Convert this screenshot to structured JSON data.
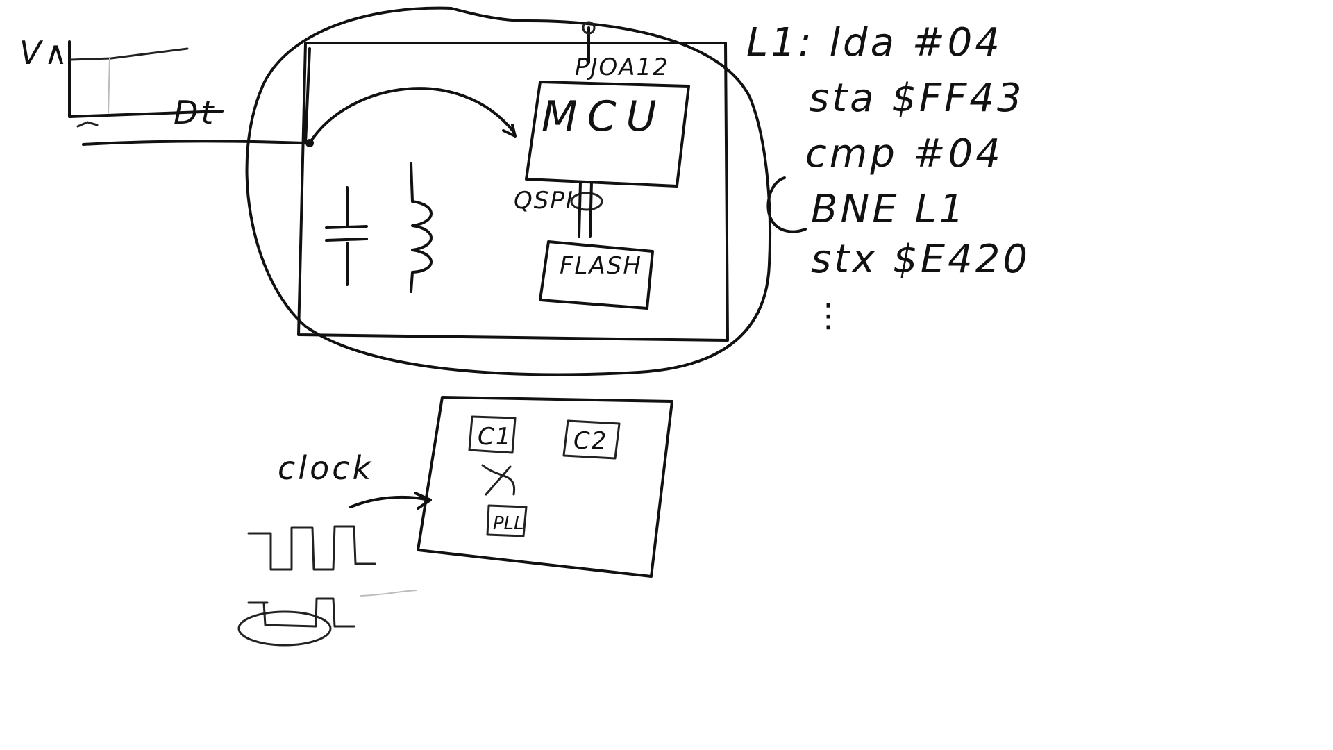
{
  "whiteboard": {
    "graph_label": "V∧",
    "graph_axis_label": "Dt",
    "code_lines": [
      "L1: lda #04",
      "sta $FF43",
      "cmp #04",
      "BNE L1",
      "stx $E420"
    ],
    "code_ellipsis": "⋮",
    "board_labels": {
      "pin_label": "PJOA12",
      "mcu": "MCU",
      "qspi": "QSPI",
      "flash": "FLASH"
    },
    "clock_label": "clock",
    "chip_blocks": {
      "c1": "C1",
      "c2": "C2",
      "pll": "PLL"
    }
  }
}
